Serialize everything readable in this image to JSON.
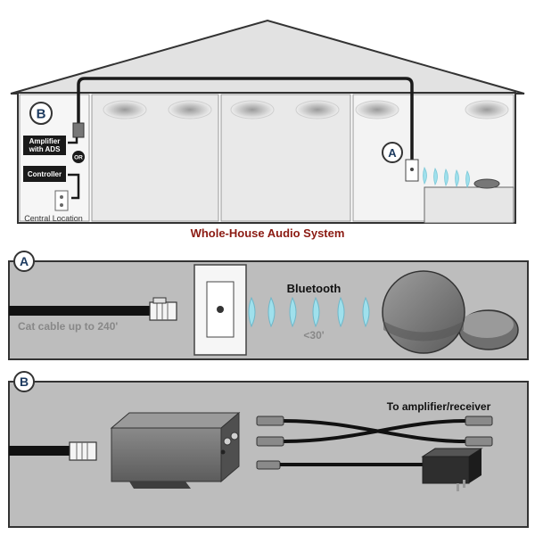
{
  "house": {
    "title": "Whole-House Audio System",
    "marker_b": "B",
    "marker_a": "A",
    "amplifier_label_line1": "Amplifier",
    "amplifier_label_line2": "with ADS",
    "or_label": "OR",
    "controller_label": "Controller",
    "central_location_label": "Central Location"
  },
  "panel_a": {
    "marker": "A",
    "cable_label": "Cat cable up to 240'",
    "bluetooth_label": "Bluetooth",
    "range_label": "<30'"
  },
  "panel_b": {
    "marker": "B",
    "output_label": "To amplifier/receiver"
  },
  "colors": {
    "accent_red": "#8b1a12",
    "panel_gray": "#bdbdbd",
    "wall_gray": "#d9d9d9",
    "device_gray": "#6e6e6e",
    "bluetooth_cyan": "#8fd8e6"
  }
}
